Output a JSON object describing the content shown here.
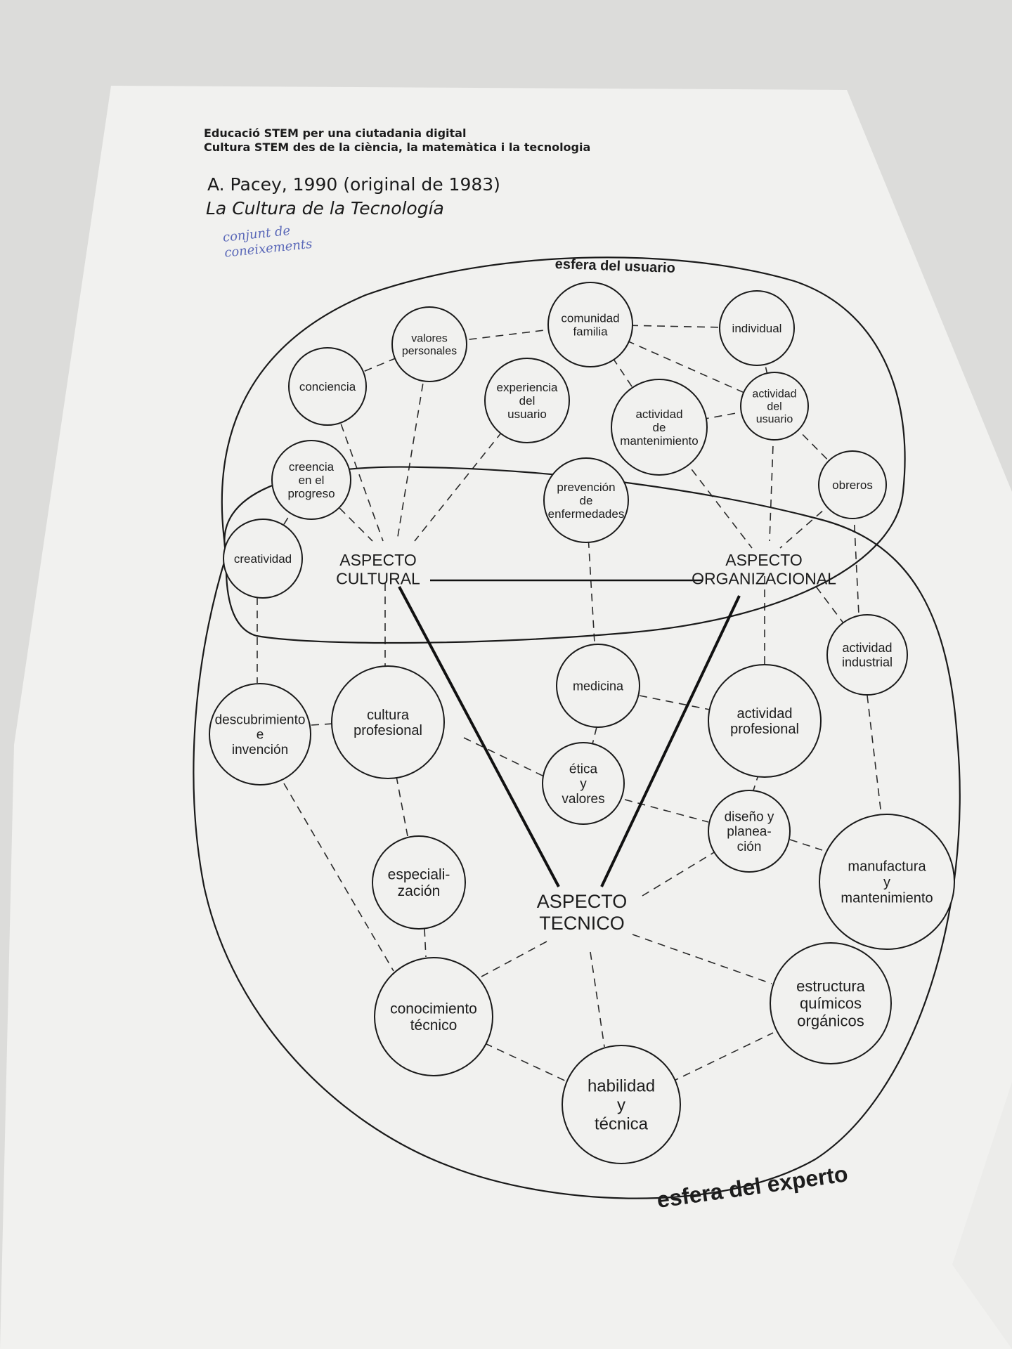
{
  "header": {
    "line1": "Educació STEM per una ciutadania digital",
    "line2": "Cultura STEM des de la ciència, la matemàtica i la tecnologia",
    "author": "A. Pacey, 1990 (original de 1983)",
    "book_title": "La Cultura de la Tecnología"
  },
  "handwritten_note": [
    "conjunt de",
    "coneixements"
  ],
  "diagram": {
    "spheres": {
      "user": "esfera del usuario",
      "expert": "esfera del experto"
    },
    "aspects": {
      "cultural": [
        "ASPECTO",
        "CULTURAL"
      ],
      "organizational": [
        "ASPECTO",
        "ORGANIZACIONAL"
      ],
      "technical": [
        "ASPECTO",
        "TECNICO"
      ]
    },
    "nodes": [
      {
        "id": "comunidad",
        "lines": [
          "comunidad",
          "familia"
        ]
      },
      {
        "id": "individual",
        "lines": [
          "individual"
        ]
      },
      {
        "id": "valores",
        "lines": [
          "valores",
          "personales"
        ]
      },
      {
        "id": "conciencia",
        "lines": [
          "conciencia"
        ]
      },
      {
        "id": "experiencia",
        "lines": [
          "experiencia",
          "del",
          "usuario"
        ]
      },
      {
        "id": "mantenimiento",
        "lines": [
          "actividad",
          "de",
          "mantenimiento"
        ]
      },
      {
        "id": "actusuario",
        "lines": [
          "actividad",
          "del",
          "usuario"
        ]
      },
      {
        "id": "creencia",
        "lines": [
          "creencia",
          "en el",
          "progreso"
        ]
      },
      {
        "id": "prevencion",
        "lines": [
          "prevención",
          "de",
          "enfermedades"
        ]
      },
      {
        "id": "obreros",
        "lines": [
          "obreros"
        ]
      },
      {
        "id": "creatividad",
        "lines": [
          "creatividad"
        ]
      },
      {
        "id": "industrial",
        "lines": [
          "actividad",
          "industrial"
        ]
      },
      {
        "id": "medicina",
        "lines": [
          "medicina"
        ]
      },
      {
        "id": "descubrimiento",
        "lines": [
          "descubrimiento",
          "e",
          "invención"
        ]
      },
      {
        "id": "cultprof",
        "lines": [
          "cultura",
          "profesional"
        ]
      },
      {
        "id": "actprof",
        "lines": [
          "actividad",
          "profesional"
        ]
      },
      {
        "id": "etica",
        "lines": [
          "ética",
          "y",
          "valores"
        ]
      },
      {
        "id": "diseno",
        "lines": [
          "diseño y",
          "planea-",
          "ción"
        ]
      },
      {
        "id": "manufactura",
        "lines": [
          "manufactura",
          "y",
          "mantenimiento"
        ]
      },
      {
        "id": "especializacion",
        "lines": [
          "especiali-",
          "zación"
        ]
      },
      {
        "id": "conocimiento",
        "lines": [
          "conocimiento",
          "técnico"
        ]
      },
      {
        "id": "estructura",
        "lines": [
          "estructura",
          "químicos",
          "orgánicos"
        ]
      },
      {
        "id": "habilidad",
        "lines": [
          "habilidad",
          "y",
          "técnica"
        ]
      }
    ]
  }
}
